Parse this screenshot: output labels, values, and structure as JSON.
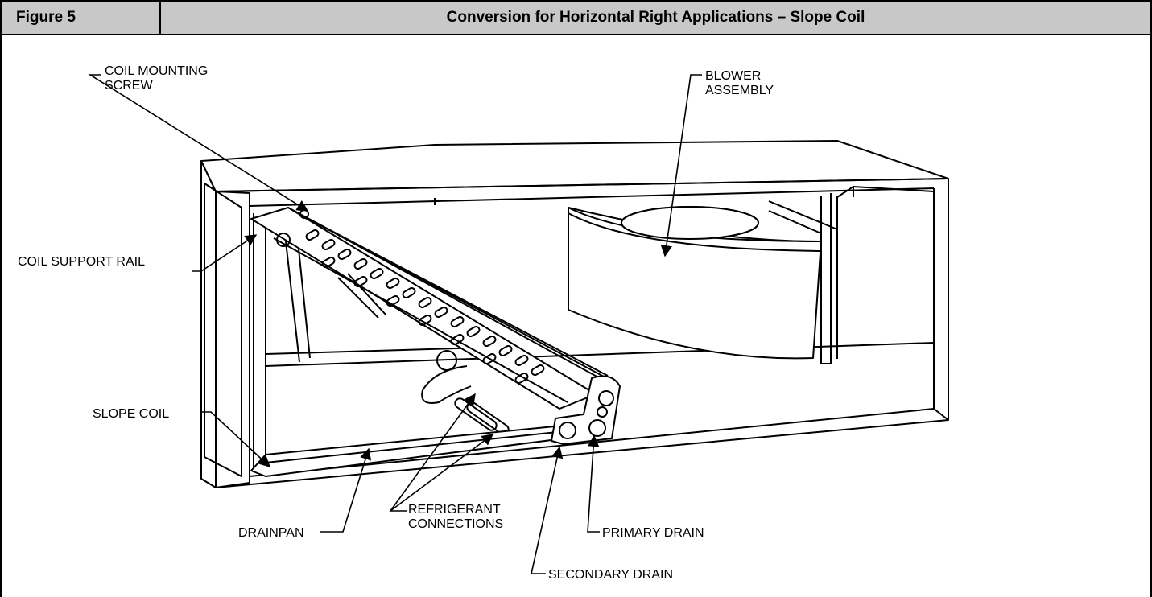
{
  "header": {
    "figure_label": "Figure 5",
    "title": "Conversion for Horizontal Right Applications – Slope Coil"
  },
  "callouts": {
    "coil_mounting_screw": [
      "COIL MOUNTING",
      "SCREW"
    ],
    "blower_assembly": [
      "BLOWER",
      "ASSEMBLY"
    ],
    "coil_support_rail": "COIL SUPPORT RAIL",
    "slope_coil": "SLOPE COIL",
    "drainpan": "DRAINPAN",
    "refrigerant_connections": [
      "REFRIGERANT",
      "CONNECTIONS"
    ],
    "primary_drain": "PRIMARY DRAIN",
    "secondary_drain": "SECONDARY DRAIN"
  }
}
